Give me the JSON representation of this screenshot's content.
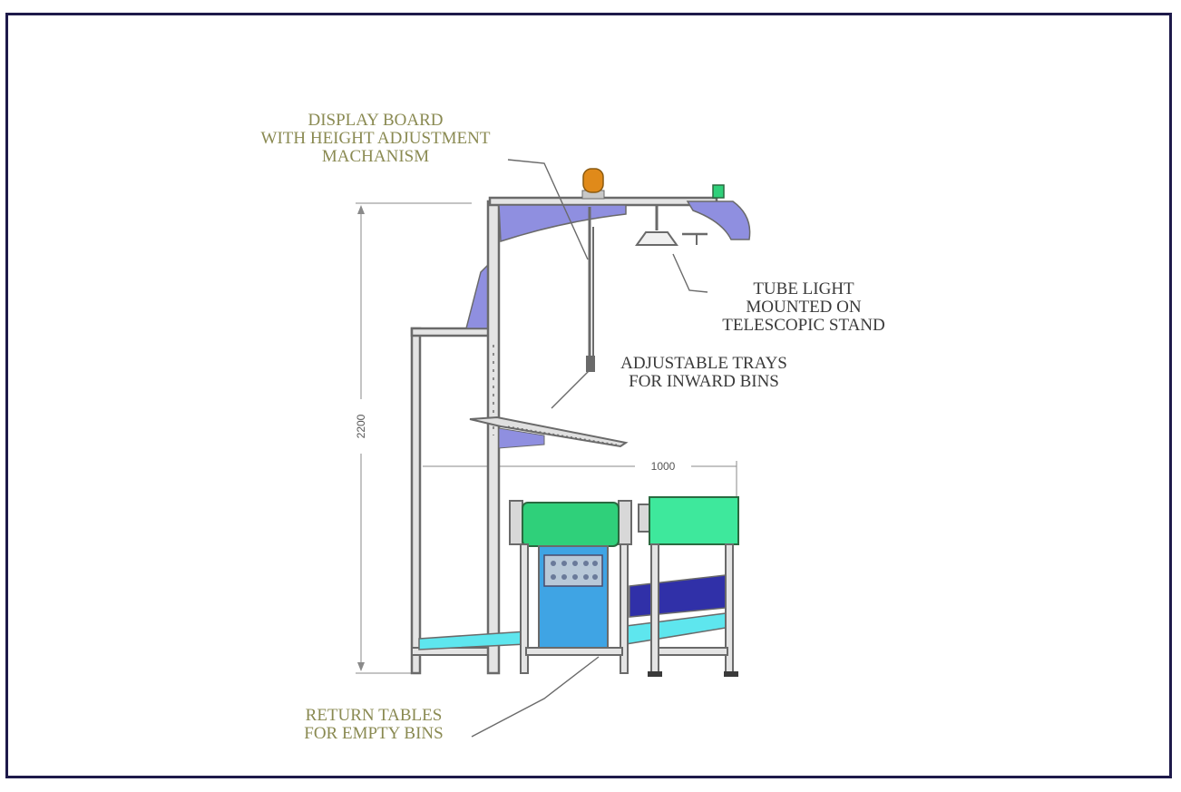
{
  "labels": {
    "display_board": [
      "DISPLAY BOARD",
      "WITH HEIGHT ADJUSTMENT",
      "MACHANISM"
    ],
    "tube_light": [
      "TUBE LIGHT",
      "MOUNTED ON",
      "TELESCOPIC STAND"
    ],
    "trays": [
      "ADJUSTABLE TRAYS",
      "FOR INWARD BINS"
    ],
    "return_tables": [
      "RETURN TABLES",
      "FOR EMPTY BINS"
    ]
  },
  "dimensions": {
    "height": "2200",
    "width": "1000"
  },
  "colors": {
    "frame_border": "#1e1a4a",
    "structure": "#6a6a6a",
    "violet": "#8f8fe0",
    "green": "#2fd07a",
    "light_green": "#3ee89c",
    "blue": "#3fa4e4",
    "cyan": "#5ee6ee",
    "navy": "#3030a8",
    "beacon": "#e08a1a",
    "label_olive": "#8a8a52"
  }
}
